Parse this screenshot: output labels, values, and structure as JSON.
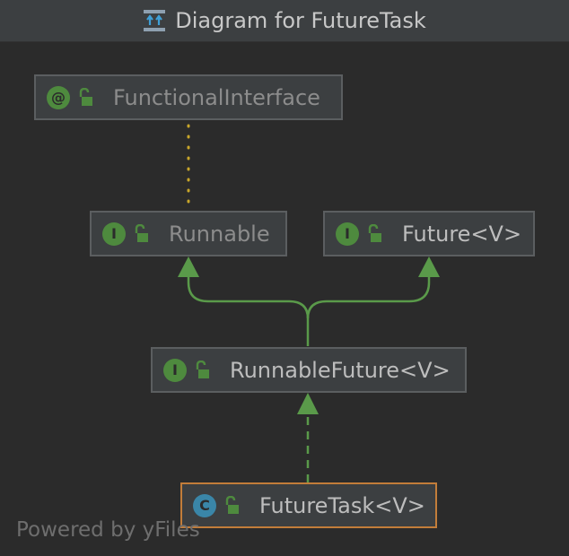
{
  "window": {
    "title": "Diagram for FutureTask"
  },
  "nodes": {
    "functional_interface": {
      "badge": "@",
      "label": "FunctionalInterface"
    },
    "runnable": {
      "badge": "I",
      "label": "Runnable"
    },
    "future": {
      "badge": "I",
      "label": "Future<V>"
    },
    "runnable_future": {
      "badge": "I",
      "label": "RunnableFuture<V>"
    },
    "future_task": {
      "badge": "C",
      "label": "FutureTask<V>"
    }
  },
  "footer": {
    "text": "Powered by yFiles"
  },
  "colors": {
    "background": "#2b2b2b",
    "node_fill": "#3c3f41",
    "node_border": "#5b5e60",
    "selected_border": "#c27d3a",
    "interface_badge": "#4e8a3e",
    "class_badge": "#3a86a8",
    "edge_green": "#5a9a4a",
    "annotation_edge": "#c8a62a"
  },
  "icons": {
    "title_icon": "hierarchy-diagram-icon",
    "lock": "unlocked-padlock-icon"
  }
}
